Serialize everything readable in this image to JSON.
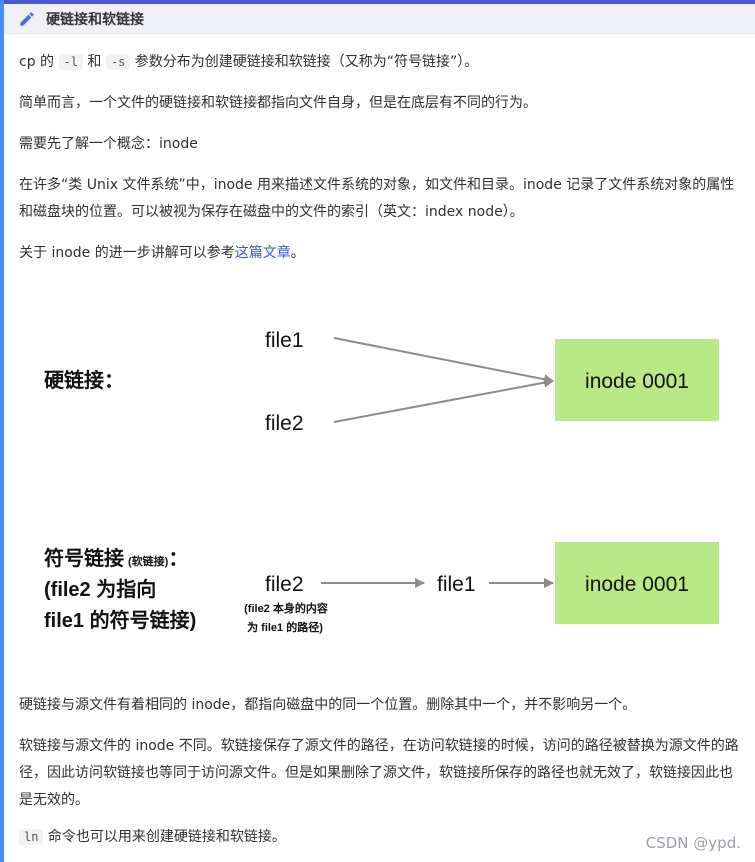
{
  "header": {
    "title": "硬链接和软链接"
  },
  "p1": {
    "a": "cp 的",
    "code1": "-l",
    "b": "和",
    "code2": "-s",
    "c": "参数分布为创建硬链接和软链接（又称为“符号链接”）。"
  },
  "p2": "简单而言，一个文件的硬链接和软链接都指向文件自身，但是在底层有不同的行为。",
  "p3": "需要先了解一个概念：inode",
  "p4": "在许多“类 Unix 文件系统”中，inode 用来描述文件系统的对象，如文件和目录。inode 记录了文件系统对象的属性和磁盘块的位置。可以被视为保存在磁盘中的文件的索引（英文：index node）。",
  "p5": {
    "a": "关于 inode 的进一步讲解可以参考",
    "link": "这篇文章",
    "b": "。"
  },
  "diagram": {
    "hard_label": "硬链接：",
    "file1": "file1",
    "file2": "file2",
    "inode": "inode 0001",
    "sym_label_main": "符号链接",
    "sym_label_small": "(软链接)",
    "sym_label_colon": "：",
    "sym_line2": "(file2 为指向",
    "sym_line3": "file1 的符号链接)",
    "note_line1": "(file2 本身的内容",
    "note_line2": "为 file1 的路径)",
    "colors": {
      "inode_box": "#b8e986",
      "arrow": "#8c8c8c"
    }
  },
  "p6": "硬链接与源文件有着相同的 inode，都指向磁盘中的同一个位置。删除其中一个，并不影响另一个。",
  "p7": "软链接与源文件的 inode 不同。软链接保存了源文件的路径，在访问软链接的时候，访问的路径被替换为源文件的路径，因此访问软链接也等同于访问源文件。但是如果删除了源文件，软链接所保存的路径也就无效了，软链接因此也是无效的。",
  "p8": {
    "code": "ln",
    "text": "命令也可以用来创建硬链接和软链接。"
  },
  "watermark": "CSDN @ypd."
}
